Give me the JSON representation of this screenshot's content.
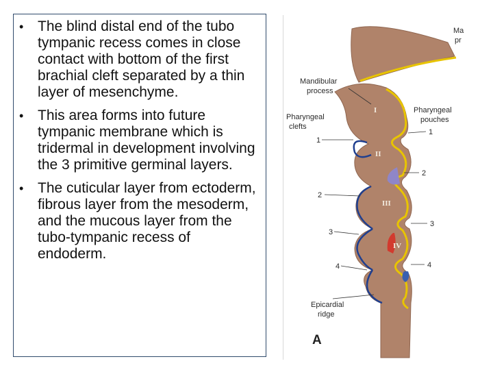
{
  "bullets": [
    "The blind distal end of the tubo tympanic recess comes in close contact with bottom of the first brachial cleft separated by a thin layer of mesenchyme.",
    "This area forms into future tympanic membrane which is tridermal in development involving the 3 primitive germinal layers.",
    "The cuticular layer from ectoderm, fibrous layer from the mesoderm, and the mucous layer from the tubo-tympanic recess of endoderm."
  ],
  "bullet_symbol": "•",
  "figure": {
    "labels": {
      "mandibular": [
        "Mandibular",
        "process"
      ],
      "pharyngeal_clefts": [
        "Pharyngeal",
        "clefts"
      ],
      "pharyngeal_pouches": [
        "Pharyngeal",
        "pouches"
      ],
      "epicardial": [
        "Epicardial",
        "ridge"
      ],
      "corner_top": [
        "Ma",
        "pr"
      ],
      "cleft_numbers": [
        "1",
        "2",
        "3",
        "4"
      ],
      "pouch_numbers": [
        "1",
        "2",
        "3",
        "4"
      ],
      "arches": [
        "I",
        "II",
        "III",
        "IV"
      ],
      "panel_letter": "A"
    },
    "colors": {
      "tissue": "#b0836a",
      "tissue_dark": "#8f6650",
      "ectoderm_line": "#1f3f8f",
      "endoderm_line": "#e8c400",
      "pouch2": "#8f86c8",
      "pouch3": "#d23a2e",
      "pouch4": "#3a5fb0"
    }
  }
}
